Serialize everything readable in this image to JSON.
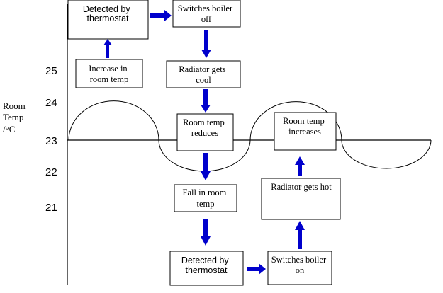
{
  "axis": {
    "ylabel_lines": [
      "Room",
      "Temp",
      "/°C"
    ],
    "ticks": [
      "25",
      "24",
      "23",
      "22",
      "21"
    ]
  },
  "boxes": {
    "detected_top": [
      "Detected by",
      "thermostat"
    ],
    "boiler_off": [
      "Switches boiler",
      "off"
    ],
    "increase_temp": [
      "Increase in",
      "room temp"
    ],
    "radiator_cool": [
      "Radiator gets",
      "cool"
    ],
    "temp_reduces": [
      "Room temp",
      "reduces"
    ],
    "temp_increases": [
      "Room temp",
      "increases"
    ],
    "radiator_hot": [
      "Radiator gets hot"
    ],
    "fall_temp": [
      "Fall in room",
      "temp"
    ],
    "detected_bottom": [
      "Detected by",
      "thermostat"
    ],
    "boiler_on": [
      "Switches boiler",
      "on"
    ]
  },
  "colors": {
    "arrow": "#0000cc"
  }
}
